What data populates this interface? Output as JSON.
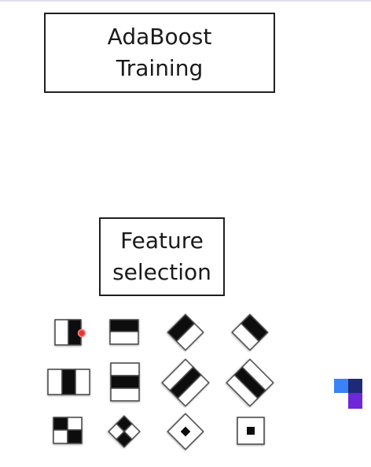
{
  "diagram": {
    "top_box": {
      "lines": [
        "AdaBoost",
        "Training"
      ]
    },
    "feature_box": {
      "lines": [
        "Feature",
        "selection"
      ]
    },
    "haar_features": [
      {
        "name": "haar-two-rect-vertical-small",
        "type": "two-vertical"
      },
      {
        "name": "haar-two-rect-horizontal-small",
        "type": "two-horizontal"
      },
      {
        "name": "haar-rotated-two-rect-1",
        "type": "rotated-two"
      },
      {
        "name": "haar-rotated-two-rect-2",
        "type": "rotated-two"
      },
      {
        "name": "haar-three-rect-vertical",
        "type": "three-vertical"
      },
      {
        "name": "haar-three-rect-horizontal",
        "type": "three-horizontal"
      },
      {
        "name": "haar-rotated-three-rect-1",
        "type": "rotated-three"
      },
      {
        "name": "haar-rotated-three-rect-2",
        "type": "rotated-three"
      },
      {
        "name": "haar-four-rect-checker",
        "type": "four-checker"
      },
      {
        "name": "haar-rotated-four-rect-checker",
        "type": "rotated-four"
      },
      {
        "name": "haar-rotated-center-surround",
        "type": "rotated-center"
      },
      {
        "name": "haar-center-surround",
        "type": "center-surround"
      }
    ],
    "colors": {
      "box_border": "#1f1f1f",
      "feature_black": "#111111",
      "feature_border": "#444444",
      "pointer_dot": "#e53935",
      "logo_light_blue": "#3b82f6",
      "logo_dark_blue": "#1e2a78",
      "logo_purple": "#6d28d9"
    }
  }
}
